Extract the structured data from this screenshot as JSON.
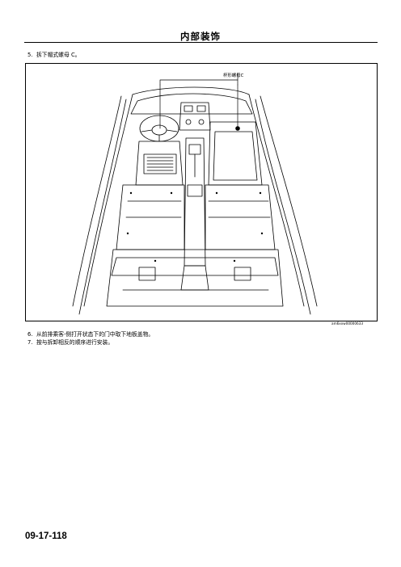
{
  "header": {
    "title": "内部装饰"
  },
  "steps": {
    "s5": {
      "num": "5.",
      "text": "拆下帽式螺母 C。"
    },
    "s6": {
      "num": "6.",
      "text": "从前排乘客-侧打开状态下的门中取下地板盖物。"
    },
    "s7": {
      "num": "7.",
      "text": "按与拆卸相反的顺序进行安装。"
    }
  },
  "figure": {
    "callout_label": "杯形螺母C",
    "figure_id": "am6xxw00000633"
  },
  "footer": {
    "page_number": "09-17-118"
  }
}
